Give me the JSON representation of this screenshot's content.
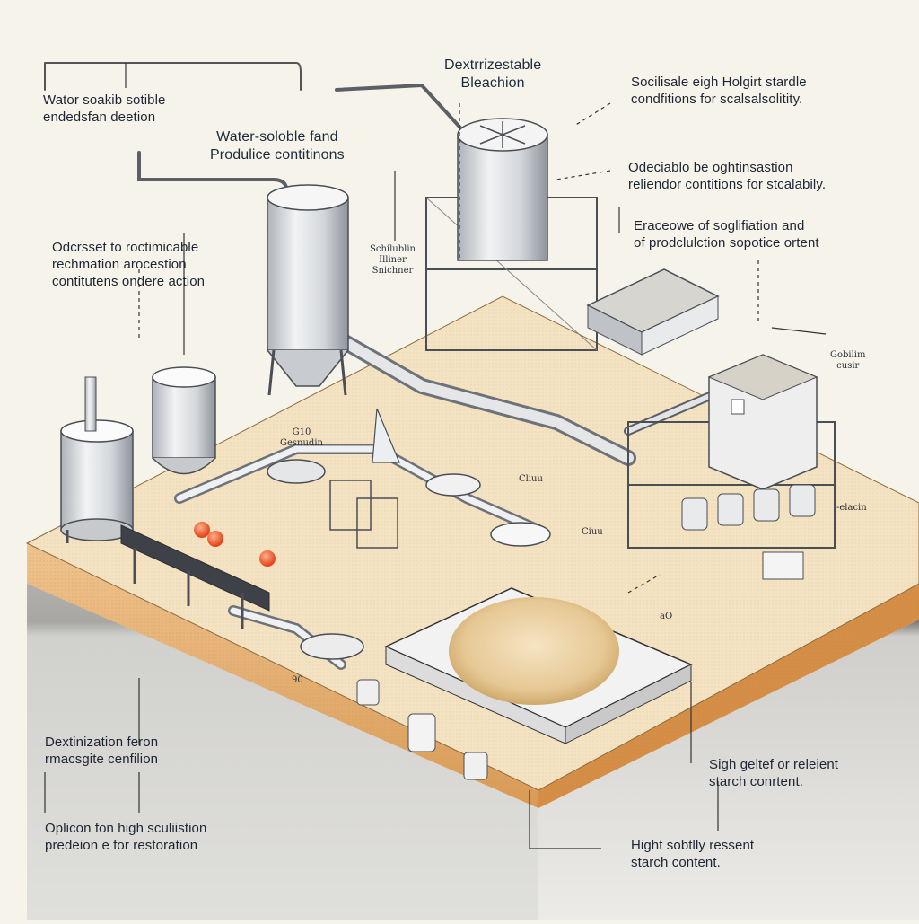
{
  "diagram": {
    "subject": "Isometric illustration of a starch dextrinization / resistant starch production plant",
    "colors": {
      "background": "#f6f4ea",
      "platform_top": "#f3e3c2",
      "platform_side": "#e6a865",
      "ground_band": "#8d8a86",
      "ground_base": "#d9d8d5",
      "metal": "#c9ccd0",
      "metal_dark": "#4a4e55",
      "text": "#1d2433",
      "product_pile": "#e8cfa0",
      "accent_orange": "#e8582a"
    },
    "labels": {
      "top_left": [
        "Wator soakib sotible",
        "endedsfan deetion"
      ],
      "top_center_left": [
        "Water-soloble fand",
        "Produlice contitinons"
      ],
      "top_center": [
        "Dextrrizestable",
        "Bleachion"
      ],
      "top_right": [
        "Socilisale eigh Holgirt stardle",
        "condfitions for scalsalsolitity."
      ],
      "mid_right_1": [
        "Odeciablo be oghtinsastion",
        "reliendor contitions for stcalabily."
      ],
      "mid_right_2": [
        "Eraceowe of soglifiation and",
        "of prodclulction sopotice ortent"
      ],
      "mid_left": [
        "Odcrsset to roctimicable",
        "rechmation arocestion",
        "contitutens ondere action"
      ],
      "bottom_left_1": [
        "Dextinization feron",
        "rmacsgite cenfilion"
      ],
      "bottom_left_2": [
        "Oplicon fon high sculiistion",
        "predeion e for restoration"
      ],
      "bottom_right_1": [
        "Sigh geltef or releient",
        "starch conrtent."
      ],
      "bottom_right_2": [
        "Hight sobtlly ressent",
        "starch content."
      ]
    },
    "small_labels": {
      "tank_tag": [
        "Schilublin",
        "Illiner",
        "Snichner"
      ],
      "right_tag": [
        "Gobilim",
        "cusir"
      ],
      "shelf_tag": "-elacin",
      "pipe_tag": [
        "G10",
        "Gesnudin"
      ],
      "cup_tag_1": "Cliuu",
      "cup_tag_2": "Ciuu",
      "floor_tag_1": "90",
      "floor_tag_2": "aO"
    }
  }
}
